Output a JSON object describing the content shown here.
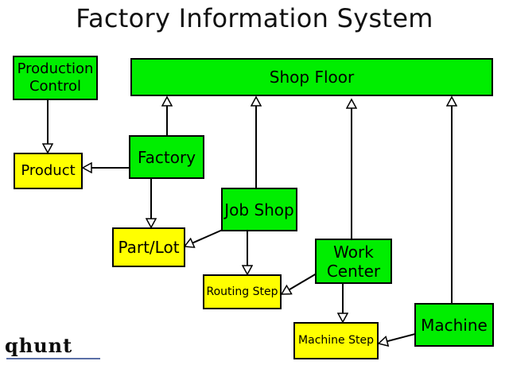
{
  "title": "Factory Information System",
  "nodes": {
    "shop_floor": "Shop Floor",
    "production_control_1": "Production",
    "production_control_2": "Control",
    "product": "Product",
    "factory": "Factory",
    "part_lot": "Part/Lot",
    "job_shop": "Job Shop",
    "routing_step": "Routing Step",
    "work_center_1": "Work",
    "work_center_2": "Center",
    "machine_step": "Machine Step",
    "machine": "Machine"
  },
  "logo_text": "qhunt",
  "colors": {
    "class_fill": "#00ee00",
    "data_fill": "#ffff00"
  }
}
